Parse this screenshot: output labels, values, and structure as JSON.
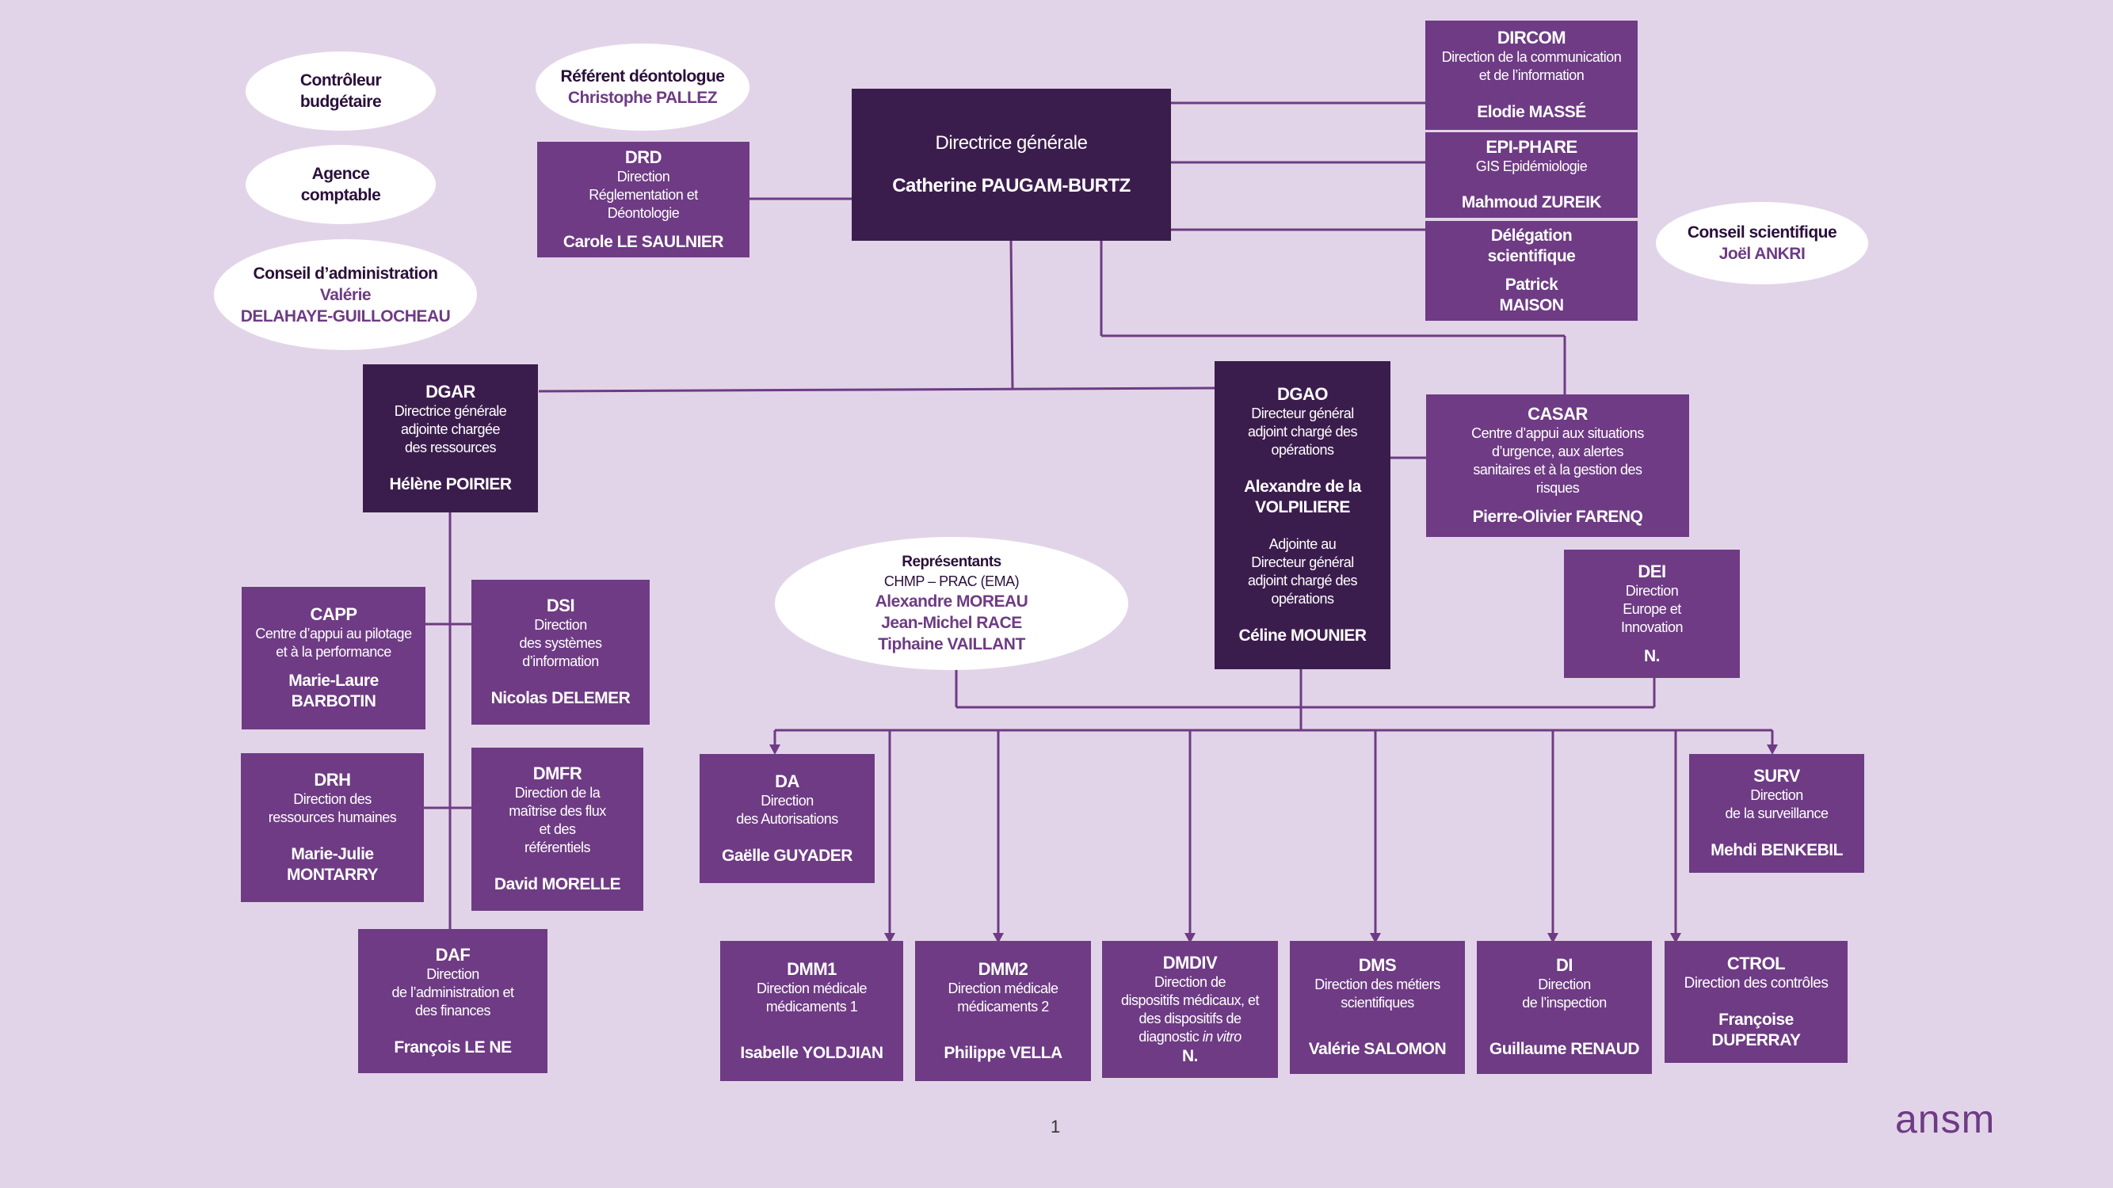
{
  "ceo": {
    "title": "Directrice générale",
    "name": "Catherine PAUGAM-BURTZ"
  },
  "ellipses": {
    "controleur": {
      "label1": "Contrôleur",
      "label2": "budgétaire"
    },
    "agence": {
      "label1": "Agence",
      "label2": "comptable"
    },
    "conseil_admin": {
      "label": "Conseil d’administration",
      "name1": "Valérie",
      "name2": "DELAHAYE-GUILLOCHEAU"
    },
    "referent": {
      "label": "Référent déontologue",
      "name": "Christophe PALLEZ"
    },
    "conseil_sci": {
      "label": "Conseil scientifique",
      "name": "Joël ANKRI"
    },
    "representants": {
      "label": "Représentants",
      "sub": "CHMP – PRAC (EMA)",
      "name1": "Alexandre MOREAU",
      "name2": "Jean-Michel RACE",
      "name3": "Tiphaine VAILLANT"
    }
  },
  "drd": {
    "code": "DRD",
    "desc1": "Direction",
    "desc2": "Réglementation et",
    "desc3": "Déontologie",
    "person": "Carole LE SAULNIER"
  },
  "dircom": {
    "code": "DIRCOM",
    "desc1": "Direction de la communication",
    "desc2": "et de l’information",
    "person": "Elodie MASSÉ"
  },
  "epiphare": {
    "code": "EPI-PHARE",
    "desc1": "GIS Epidémiologie",
    "person": "Mahmoud ZUREIK"
  },
  "delegation": {
    "code1": "Délégation",
    "code2": "scientifique",
    "person1": "Patrick",
    "person2": "MAISON"
  },
  "dgar": {
    "code": "DGAR",
    "desc1": "Directrice générale",
    "desc2": "adjointe chargée",
    "desc3": "des ressources",
    "person": "Hélène POIRIER"
  },
  "dgao": {
    "code": "DGAO",
    "desc1": "Directeur général",
    "desc2": "adjoint chargé des",
    "desc3": "opérations",
    "person1": "Alexandre de la",
    "person2": "VOLPILIERE",
    "adj1": "Adjointe au",
    "adj2": "Directeur général",
    "adj3": "adjoint chargé des",
    "adj4": "opérations",
    "adj_person": "Céline MOUNIER"
  },
  "casar": {
    "code": "CASAR",
    "desc1": "Centre d’appui aux situations",
    "desc2": "d’urgence, aux alertes",
    "desc3": "sanitaires et à la gestion des",
    "desc4": "risques",
    "person": "Pierre-Olivier FARENQ"
  },
  "dei": {
    "code": "DEI",
    "desc1": "Direction",
    "desc2": "Europe et",
    "desc3": "Innovation",
    "person": "N."
  },
  "capp": {
    "code": "CAPP",
    "desc1": "Centre d’appui au pilotage",
    "desc2": "et à la performance",
    "person1": "Marie-Laure",
    "person2": "BARBOTIN"
  },
  "dsi": {
    "code": "DSI",
    "desc1": "Direction",
    "desc2": "des systèmes",
    "desc3": "d’information",
    "person": "Nicolas DELEMER"
  },
  "drh": {
    "code": "DRH",
    "desc1": "Direction des",
    "desc2": "ressources humaines",
    "person1": "Marie-Julie",
    "person2": "MONTARRY"
  },
  "dmfr": {
    "code": "DMFR",
    "desc1": "Direction de la",
    "desc2": "maîtrise des flux",
    "desc3": "et des",
    "desc4": "référentiels",
    "person": "David MORELLE"
  },
  "daf": {
    "code": "DAF",
    "desc1": "Direction",
    "desc2": "de l’administration  et",
    "desc3": "des finances",
    "person": "François LE NE"
  },
  "da": {
    "code": "DA",
    "desc1": "Direction",
    "desc2": "des Autorisations",
    "person": "Gaëlle GUYADER"
  },
  "surv": {
    "code": "SURV",
    "desc1": "Direction",
    "desc2": "de la surveillance",
    "person": "Mehdi BENKEBIL"
  },
  "dmm1": {
    "code": "DMM1",
    "desc1": "Direction médicale",
    "desc2": "médicaments 1",
    "person": "Isabelle YOLDJIAN"
  },
  "dmm2": {
    "code": "DMM2",
    "desc1": "Direction médicale",
    "desc2": "médicaments 2",
    "person": "Philippe VELLA"
  },
  "dmdiv": {
    "code": "DMDIV",
    "desc1": "Direction de",
    "desc2": "dispositifs médicaux, et",
    "desc3": "des dispositifs de",
    "desc4a": "diagnostic ",
    "desc4b": "in vitro",
    "person": "N."
  },
  "dms": {
    "code": "DMS",
    "desc1": "Direction des métiers",
    "desc2": "scientifiques",
    "person": "Valérie SALOMON"
  },
  "di": {
    "code": "DI",
    "desc1": "Direction",
    "desc2": "de l’inspection",
    "person": "Guillaume RENAUD"
  },
  "ctrol": {
    "code": "CTROL",
    "desc1": "Direction des contrôles",
    "person1": "Françoise",
    "person2": "DUPERRAY"
  },
  "footer": {
    "page": "1",
    "logo": "ansm"
  },
  "colors": {
    "background": "#e2d4e8",
    "box": "#6e3b84",
    "box_dark": "#3b1d4d",
    "line": "#6e3b84",
    "ellipse": "#ffffff"
  }
}
